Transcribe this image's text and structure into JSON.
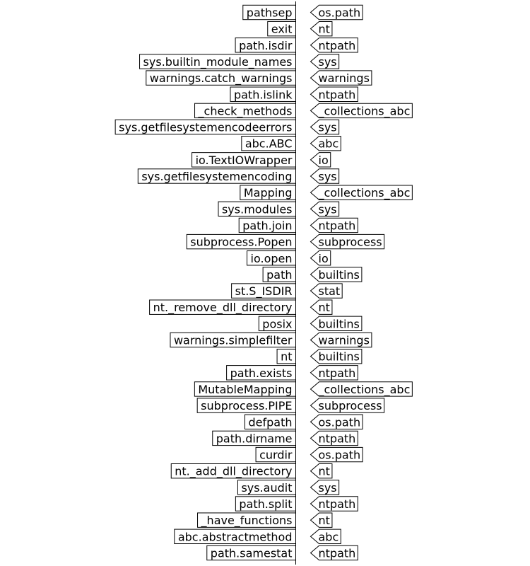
{
  "rows": [
    {
      "name": "pathsep",
      "source": "os.path"
    },
    {
      "name": "exit",
      "source": "nt"
    },
    {
      "name": "path.isdir",
      "source": "ntpath"
    },
    {
      "name": "sys.builtin_module_names",
      "source": "sys"
    },
    {
      "name": "warnings.catch_warnings",
      "source": "warnings"
    },
    {
      "name": "path.islink",
      "source": "ntpath"
    },
    {
      "name": "_check_methods",
      "source": "_collections_abc"
    },
    {
      "name": "sys.getfilesystemencodeerrors",
      "source": "sys"
    },
    {
      "name": "abc.ABC",
      "source": "abc"
    },
    {
      "name": "io.TextIOWrapper",
      "source": "io"
    },
    {
      "name": "sys.getfilesystemencoding",
      "source": "sys"
    },
    {
      "name": "Mapping",
      "source": "_collections_abc"
    },
    {
      "name": "sys.modules",
      "source": "sys"
    },
    {
      "name": "path.join",
      "source": "ntpath"
    },
    {
      "name": "subprocess.Popen",
      "source": "subprocess"
    },
    {
      "name": "io.open",
      "source": "io"
    },
    {
      "name": "path",
      "source": "builtins"
    },
    {
      "name": "st.S_ISDIR",
      "source": "stat"
    },
    {
      "name": "nt._remove_dll_directory",
      "source": "nt"
    },
    {
      "name": "posix",
      "source": "builtins"
    },
    {
      "name": "warnings.simplefilter",
      "source": "warnings"
    },
    {
      "name": "nt",
      "source": "builtins"
    },
    {
      "name": "path.exists",
      "source": "ntpath"
    },
    {
      "name": "MutableMapping",
      "source": "_collections_abc"
    },
    {
      "name": "subprocess.PIPE",
      "source": "subprocess"
    },
    {
      "name": "defpath",
      "source": "os.path"
    },
    {
      "name": "path.dirname",
      "source": "ntpath"
    },
    {
      "name": "curdir",
      "source": "os.path"
    },
    {
      "name": "nt._add_dll_directory",
      "source": "nt"
    },
    {
      "name": "sys.audit",
      "source": "sys"
    },
    {
      "name": "path.split",
      "source": "ntpath"
    },
    {
      "name": "_have_functions",
      "source": "nt"
    },
    {
      "name": "abc.abstractmethod",
      "source": "abc"
    },
    {
      "name": "path.samestat",
      "source": "ntpath"
    }
  ]
}
